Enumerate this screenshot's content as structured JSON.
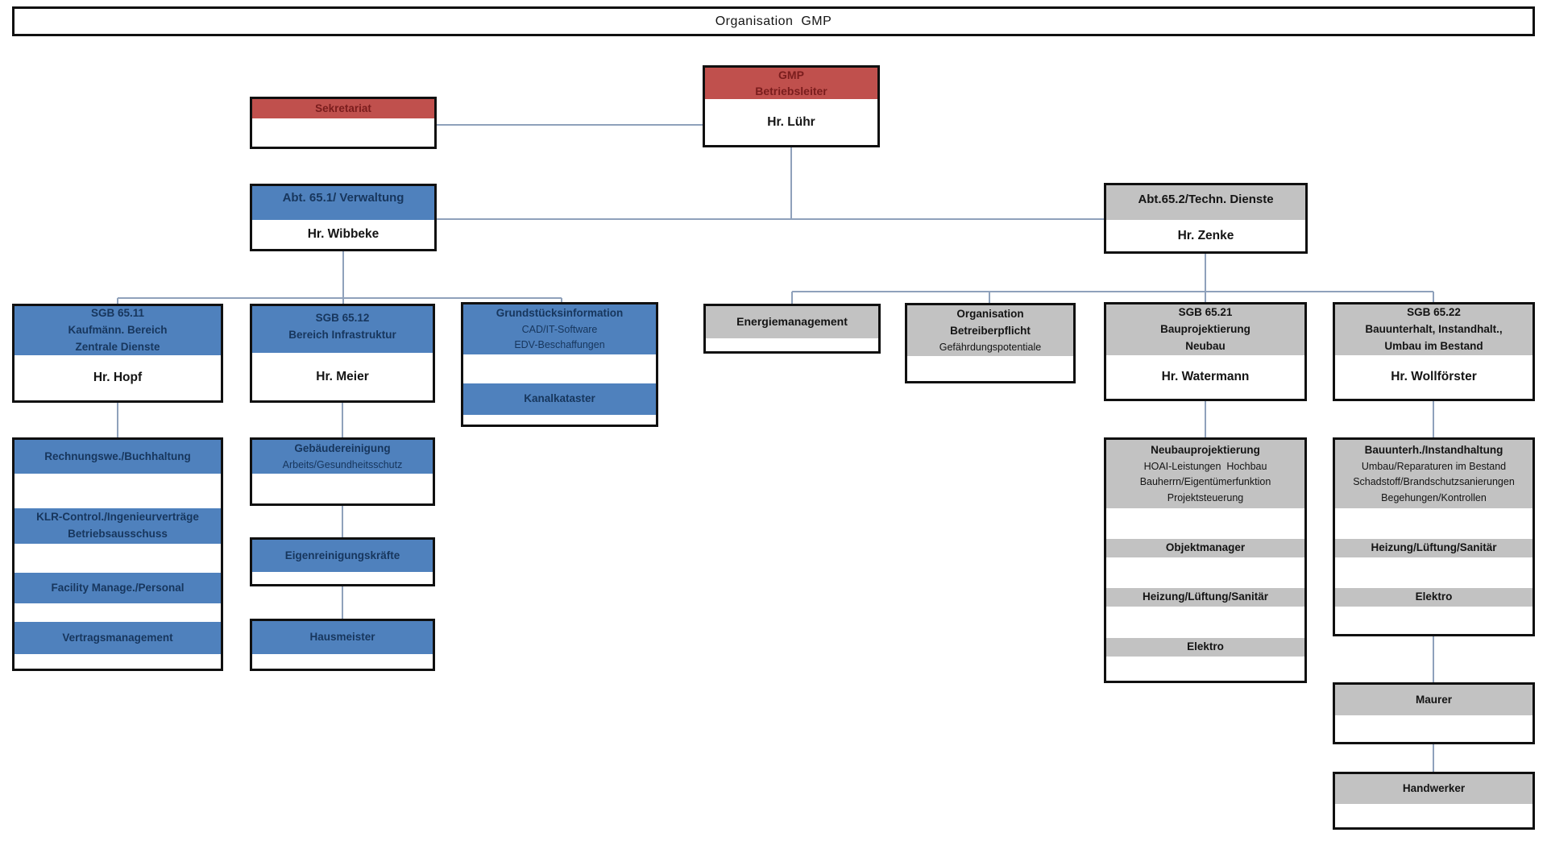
{
  "title": "Organisation  GMP",
  "colors": {
    "header_red": "#c0504d",
    "header_blue": "#4f81bd",
    "header_gray": "#c2c2c2",
    "red_text": "#7a1d1d",
    "blue_text": "#17365d",
    "connector": "#8fa1bb"
  },
  "nodes": {
    "gmp": {
      "header": [
        "GMP",
        "Betriebsleiter"
      ],
      "person": "Hr. Lühr"
    },
    "sekretariat": {
      "header": "Sekretariat"
    },
    "abt_651": {
      "header": "Abt. 65.1/ Verwaltung",
      "person": "Hr. Wibbeke"
    },
    "abt_652": {
      "header": "Abt.65.2/Techn. Dienste",
      "person": "Hr. Zenke"
    },
    "sgb_6511": {
      "header": [
        "SGB 65.11",
        "Kaufmänn. Bereich",
        "Zentrale Dienste"
      ],
      "person": "Hr. Hopf"
    },
    "sgb_6511_units": {
      "u1": "Rechnungswe./Buchhaltung",
      "u2": [
        "KLR-Control./Ingenieurverträge",
        "Betriebsausschuss"
      ],
      "u3": "Facility Manage./Personal",
      "u4": "Vertragsmanagement"
    },
    "sgb_6512": {
      "header": [
        "SGB 65.12",
        "Bereich Infrastruktur"
      ],
      "person": "Hr. Meier"
    },
    "gebaeudereinigung": {
      "title": "Gebäudereinigung",
      "subtitle": "Arbeits/Gesundheitsschutz"
    },
    "eigenreinigungskraefte": {
      "title": "Eigenreinigungskräfte"
    },
    "hausmeister": {
      "title": "Hausmeister"
    },
    "grundstuecksinformation": {
      "title": "Grundstücksinformation",
      "lines": [
        "CAD/IT-Software",
        "EDV-Beschaffungen"
      ],
      "second": "Kanalkataster"
    },
    "energiemanagement": {
      "title": "Energiemanagement"
    },
    "organisation_betreiberpflicht": {
      "title_lines": [
        "Organisation",
        "Betreiberpflicht"
      ],
      "subtitle": "Gefährdungspotentiale"
    },
    "sgb_6521": {
      "header": [
        "SGB 65.21",
        "Bauprojektierung",
        "Neubau"
      ],
      "person": "Hr. Watermann"
    },
    "sgb_6521_units": {
      "top_title": "Neubauprojektierung",
      "top_lines": [
        "HOAI-Leistungen  Hochbau",
        "Bauherrn/Eigentümerfunktion",
        "Projektsteuerung"
      ],
      "u2": "Objektmanager",
      "u3": "Heizung/Lüftung/Sanitär",
      "u4": "Elektro"
    },
    "sgb_6522": {
      "header": [
        "SGB 65.22",
        "Bauunterhalt, Instandhalt.,",
        "Umbau im Bestand"
      ],
      "person": "Hr. Wollförster"
    },
    "sgb_6522_units": {
      "top_title": "Bauunterh./Instandhaltung",
      "top_lines": [
        "Umbau/Reparaturen im Bestand",
        "Schadstoff/Brandschutzsanierungen",
        "Begehungen/Kontrollen"
      ],
      "u2": "Heizung/Lüftung/Sanitär",
      "u3": "Elektro"
    },
    "maurer": {
      "title": "Maurer"
    },
    "handwerker": {
      "title": "Handwerker"
    }
  }
}
